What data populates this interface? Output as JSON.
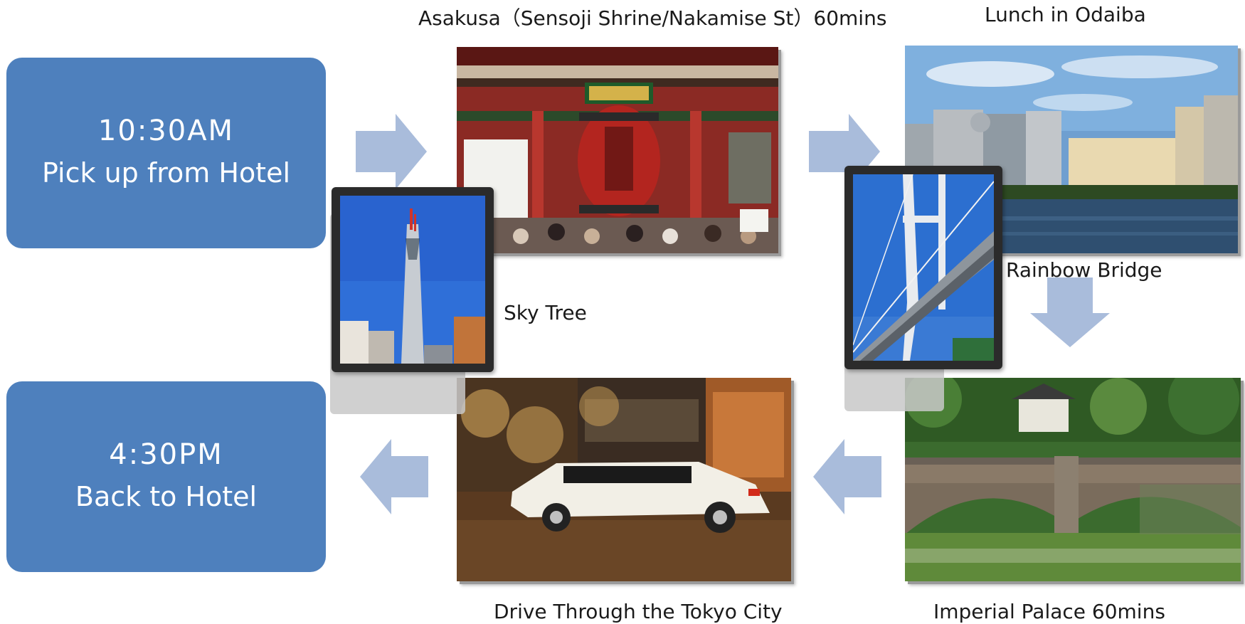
{
  "start": {
    "time": "10:30AM",
    "label": "Pick up from Hotel"
  },
  "end": {
    "time": "4:30PM",
    "label": "Back to Hotel"
  },
  "stops": {
    "asakusa": "Asakusa（Sensoji Shrine/Nakamise St）60mins",
    "odaiba": "Lunch in Odaiba",
    "rainbow_bridge": "Rainbow Bridge",
    "sky_tree": "Sky Tree",
    "imperial_palace": "Imperial Palace 60mins",
    "drive": "Drive Through the Tokyo City"
  },
  "colors": {
    "time_box": "#4e80bd",
    "arrow": "#a9bcdb"
  }
}
